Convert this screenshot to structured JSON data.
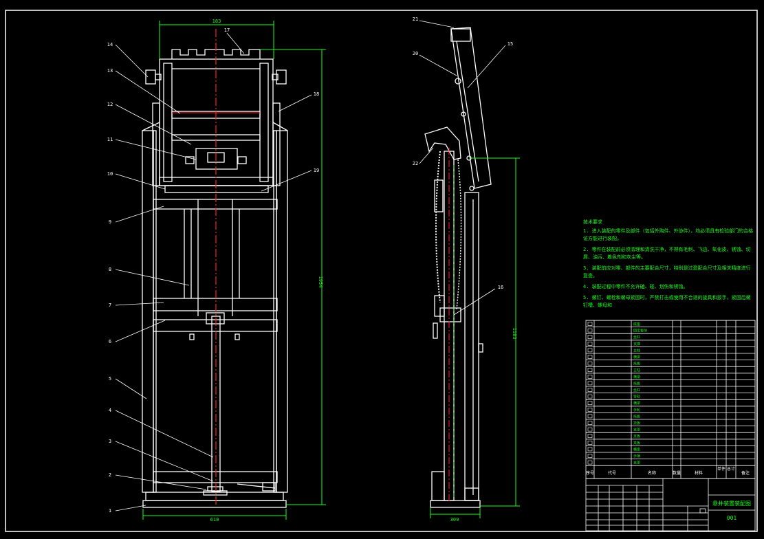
{
  "colors": {
    "background": "#000000",
    "line": "#ffffff",
    "green": "#1aff1a",
    "red": "#ff2020"
  },
  "dimensions": {
    "front_top_width": "183",
    "front_height": "1954",
    "front_base_width": "610",
    "side_height": "1183",
    "side_base_width": "309"
  },
  "front_callouts": [
    "1",
    "2",
    "3",
    "4",
    "5",
    "6",
    "7",
    "8",
    "9",
    "10",
    "11",
    "12",
    "13",
    "14",
    "17",
    "18",
    "19"
  ],
  "side_callouts": [
    "15",
    "16",
    "20",
    "21",
    "22"
  ],
  "technical_notes": {
    "title": "技术要求",
    "items": [
      "1. 进入装配的零件及部件（包括外购件、外协件），均必须具有检验部门的合格证方能进行装配。",
      "2. 零件在装配前必须清理和清洗干净，不得有毛刺、飞边、氧化皮、锈蚀、切屑、油污、着色剂和灰尘等。",
      "3. 装配前应对零、部件的主要配合尺寸，特别是过盈配合尺寸及相关精度进行复查。",
      "4. 装配过程中零件不允许磕、碰、划伤和锈蚀。",
      "5. 螺钉、螺栓和螺母紧固时，严禁打击或使用不合适的旋具和扳手，紧固后螺钉槽、螺母和"
    ]
  },
  "bom": {
    "part_names": [
      "底座",
      "固定板块",
      "丝杠",
      "支撑",
      "立柱",
      "横梁",
      "托板",
      "立柱",
      "横梁",
      "托板",
      "丝杠",
      "导轨",
      "横梁",
      "手轮",
      "托板",
      "托板",
      "支架",
      "支板",
      "夹板",
      "横梁",
      "手柄",
      "支架"
    ],
    "headers": [
      "序号",
      "代号",
      "名称",
      "数量",
      "材料",
      "单件",
      "总计",
      "备注"
    ]
  },
  "title_block": {
    "drawing_title": "悬井装置装配图",
    "drawing_number": "001"
  }
}
